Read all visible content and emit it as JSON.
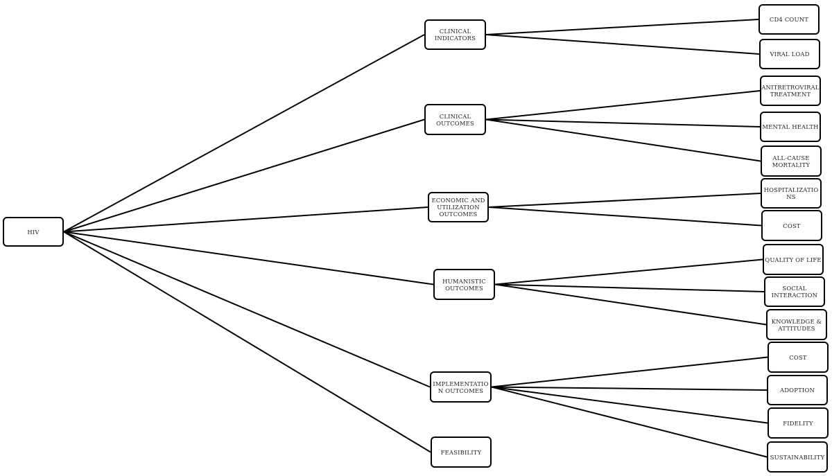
{
  "diagram": {
    "line_color": "#000000",
    "root": {
      "id": "hiv",
      "label": "HIV"
    },
    "categories": [
      {
        "id": "clinical-indicators",
        "label": "CLINICAL\nINDICATORS",
        "children": [
          {
            "id": "cd4-count",
            "label": "CD4 COUNT"
          },
          {
            "id": "viral-load",
            "label": "VIRAL LOAD"
          }
        ]
      },
      {
        "id": "clinical-outcomes",
        "label": "CLINICAL\nOUTCOMES",
        "children": [
          {
            "id": "antiretroviral-treatment",
            "label": "ANITRETROVIRAL\nTREATMENT"
          },
          {
            "id": "mental-health",
            "label": "MENTAL HEALTH"
          },
          {
            "id": "all-cause-mortality",
            "label": "ALL-CAUSE\nMORTALITY"
          }
        ]
      },
      {
        "id": "economic-utilization-outcomes",
        "label": "ECONOMIC AND\nUTILIZATION\nOUTCOMES",
        "children": [
          {
            "id": "hospitalizations",
            "label": "HOSPITALIZATIO\nNS"
          },
          {
            "id": "cost-economic",
            "label": "COST"
          }
        ]
      },
      {
        "id": "humanistic-outcomes",
        "label": "HUMANISTIC\nOUTCOMES",
        "children": [
          {
            "id": "quality-of-life",
            "label": "QUALITY OF LIFE"
          },
          {
            "id": "social-interaction",
            "label": "SOCIAL\nINTERACTION"
          },
          {
            "id": "knowledge-attitudes",
            "label": "KNOWLEDGE &\nATTITUDES"
          }
        ]
      },
      {
        "id": "implementation-outcomes",
        "label": "IMPLEMENTATIO\nN OUTCOMES",
        "children": [
          {
            "id": "cost-implementation",
            "label": "COST"
          },
          {
            "id": "adoption",
            "label": "ADOPTION"
          },
          {
            "id": "fidelity",
            "label": "FIDELITY"
          },
          {
            "id": "sustainability",
            "label": "SUSTAINABILITY"
          }
        ]
      },
      {
        "id": "feasibility",
        "label": "FEASIBILITY",
        "children": []
      }
    ]
  }
}
